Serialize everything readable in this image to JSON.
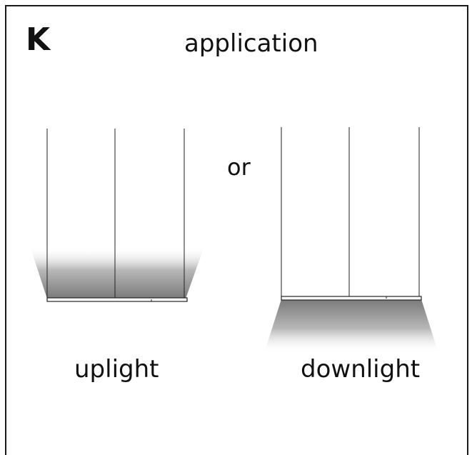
{
  "panel": {
    "letter": "K",
    "title": "application",
    "separator": "or"
  },
  "options": [
    {
      "id": "uplight",
      "label": "uplight"
    },
    {
      "id": "downlight",
      "label": "downlight"
    }
  ]
}
